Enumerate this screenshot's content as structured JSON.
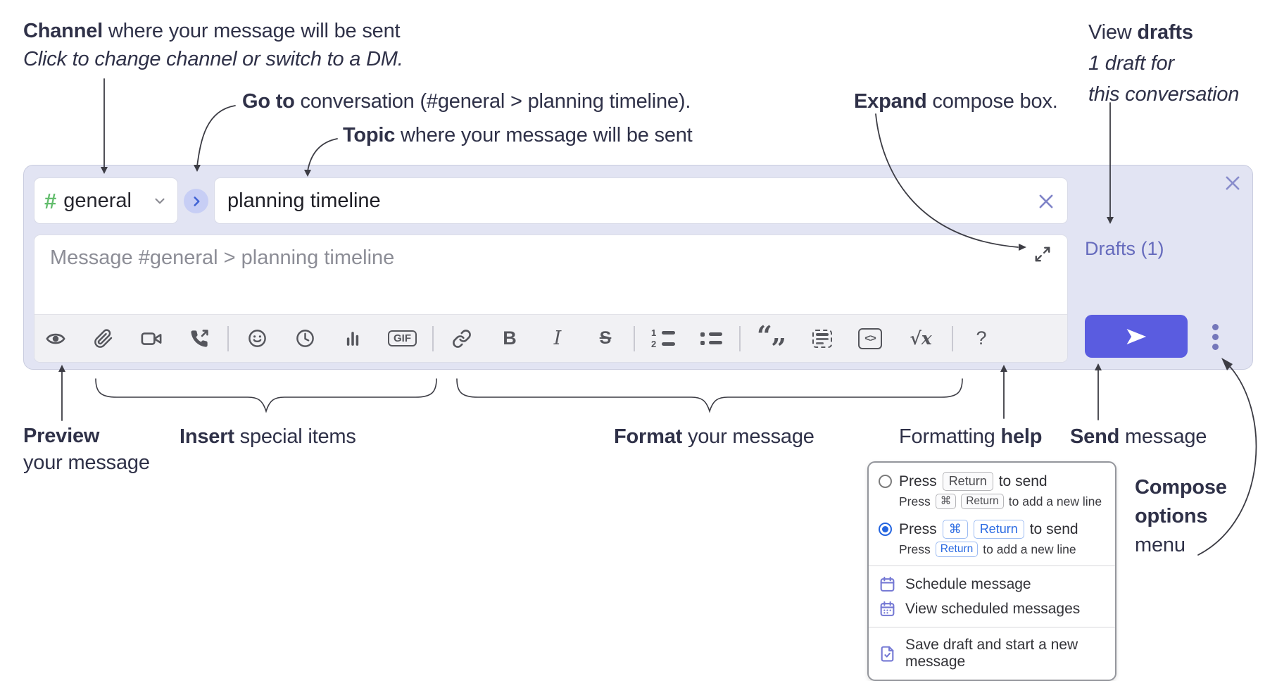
{
  "annotations": {
    "channel_line1_bold": "Channel",
    "channel_line1_rest": " where your message will be sent",
    "channel_line2": "Click to change channel or switch to a DM.",
    "goto_bold": "Go to",
    "goto_rest": " conversation (#general > planning timeline).",
    "topic_bold": "Topic",
    "topic_rest": " where your message will be sent",
    "expand_bold": "Expand",
    "expand_rest": " compose box.",
    "drafts_line1_pre": "View ",
    "drafts_line1_bold": "drafts",
    "drafts_line2": "1 draft for",
    "drafts_line3": "this conversation",
    "preview_bold": "Preview",
    "preview_rest": "your message",
    "insert_bold": "Insert",
    "insert_rest": " special items",
    "format_bold": "Format",
    "format_rest": " your message",
    "help_pre": "Formatting ",
    "help_bold": "help",
    "send_bold": "Send",
    "send_rest": " message",
    "compose_line1": "Compose",
    "compose_line2": "options",
    "compose_line3": "menu"
  },
  "composer": {
    "channel_hash": "#",
    "channel_name": "general",
    "topic_value": "planning timeline",
    "message_placeholder": "Message #general > planning timeline",
    "drafts_link": "Drafts (1)"
  },
  "toolbar": {
    "glyphs": {
      "gif": "GIF",
      "bold": "B",
      "italic": "I",
      "strike": "S",
      "code": "<>",
      "formula": "√x",
      "help": "?",
      "quote_open": "“",
      "quote_close": "”",
      "list_num1": "1",
      "list_num2": "2"
    }
  },
  "popup": {
    "o1": {
      "press": "Press",
      "k1": "Return",
      "tail": "to send"
    },
    "o1s": {
      "press": "Press",
      "k1": "⌘",
      "k2": "Return",
      "tail": "to add a new line"
    },
    "o2": {
      "press": "Press",
      "k1": "⌘",
      "k2": "Return",
      "tail": "to send"
    },
    "o2s": {
      "press": "Press",
      "k1": "Return",
      "tail": "to add a new line"
    },
    "schedule": "Schedule message",
    "view_scheduled": "View scheduled messages",
    "save_draft": "Save draft and start a new message"
  },
  "colors": {
    "accent_send": "#5a5ce0",
    "composer_bg": "#e2e4f3",
    "drafts_link": "#666bbd",
    "channel_hash_green": "#63bd6d",
    "popup_blue": "#2a6ae2",
    "menu_icon_purple": "#7478d4"
  }
}
